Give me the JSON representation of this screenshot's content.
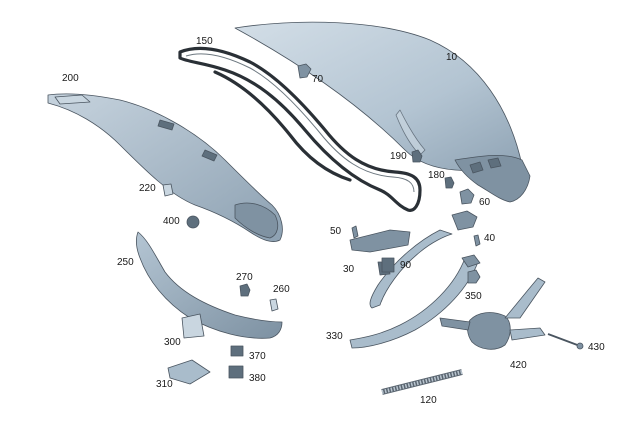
{
  "diagram": {
    "parts": [
      {
        "id": "p10",
        "label": "10"
      },
      {
        "id": "p30",
        "label": "30"
      },
      {
        "id": "p40",
        "label": "40"
      },
      {
        "id": "p50",
        "label": "50"
      },
      {
        "id": "p60",
        "label": "60"
      },
      {
        "id": "p70",
        "label": "70"
      },
      {
        "id": "p90",
        "label": "90"
      },
      {
        "id": "p120",
        "label": "120"
      },
      {
        "id": "p150",
        "label": "150"
      },
      {
        "id": "p180",
        "label": "180"
      },
      {
        "id": "p190",
        "label": "190"
      },
      {
        "id": "p200",
        "label": "200"
      },
      {
        "id": "p220",
        "label": "220"
      },
      {
        "id": "p250",
        "label": "250"
      },
      {
        "id": "p260",
        "label": "260"
      },
      {
        "id": "p270",
        "label": "270"
      },
      {
        "id": "p300",
        "label": "300"
      },
      {
        "id": "p310",
        "label": "310"
      },
      {
        "id": "p330",
        "label": "330"
      },
      {
        "id": "p350",
        "label": "350"
      },
      {
        "id": "p370",
        "label": "370"
      },
      {
        "id": "p380",
        "label": "380"
      },
      {
        "id": "p400",
        "label": "400"
      },
      {
        "id": "p420",
        "label": "420"
      },
      {
        "id": "p430",
        "label": "430"
      }
    ]
  }
}
